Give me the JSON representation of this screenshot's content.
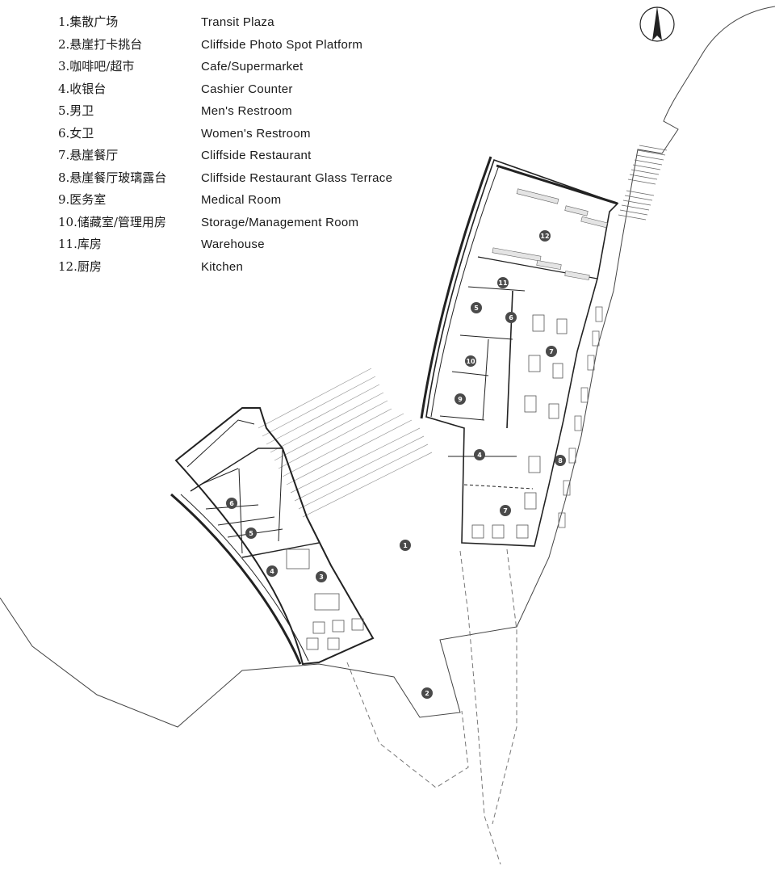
{
  "legend": [
    {
      "zh": "1.集散广场",
      "en": "Transit Plaza"
    },
    {
      "zh": "2.悬崖打卡挑台",
      "en": "Cliffside Photo Spot Platform"
    },
    {
      "zh": "3.咖啡吧/超市",
      "en": "Cafe/Supermarket"
    },
    {
      "zh": "4.收银台",
      "en": "Cashier Counter"
    },
    {
      "zh": "5.男卫",
      "en": "Men's Restroom"
    },
    {
      "zh": "6.女卫",
      "en": "Women's Restroom"
    },
    {
      "zh": "7.悬崖餐厅",
      "en": "Cliffside Restaurant"
    },
    {
      "zh": "8.悬崖餐厅玻璃露台",
      "en": "Cliffside Restaurant Glass Terrace"
    },
    {
      "zh": "9.医务室",
      "en": "Medical Room"
    },
    {
      "zh": "10.储藏室/管理用房",
      "en": "Storage/Management Room"
    },
    {
      "zh": "11.库房",
      "en": "Warehouse"
    },
    {
      "zh": "12.厨房",
      "en": "Kitchen"
    }
  ],
  "room_markers": [
    "1",
    "2",
    "3",
    "4",
    "4",
    "5",
    "5",
    "6",
    "6",
    "7",
    "7",
    "8",
    "9",
    "10",
    "11",
    "12"
  ],
  "north_arrow": "north-arrow-icon",
  "colors": {
    "line": "#333333",
    "marker": "#4a4a4a",
    "hatch": "#9a9a9a"
  }
}
